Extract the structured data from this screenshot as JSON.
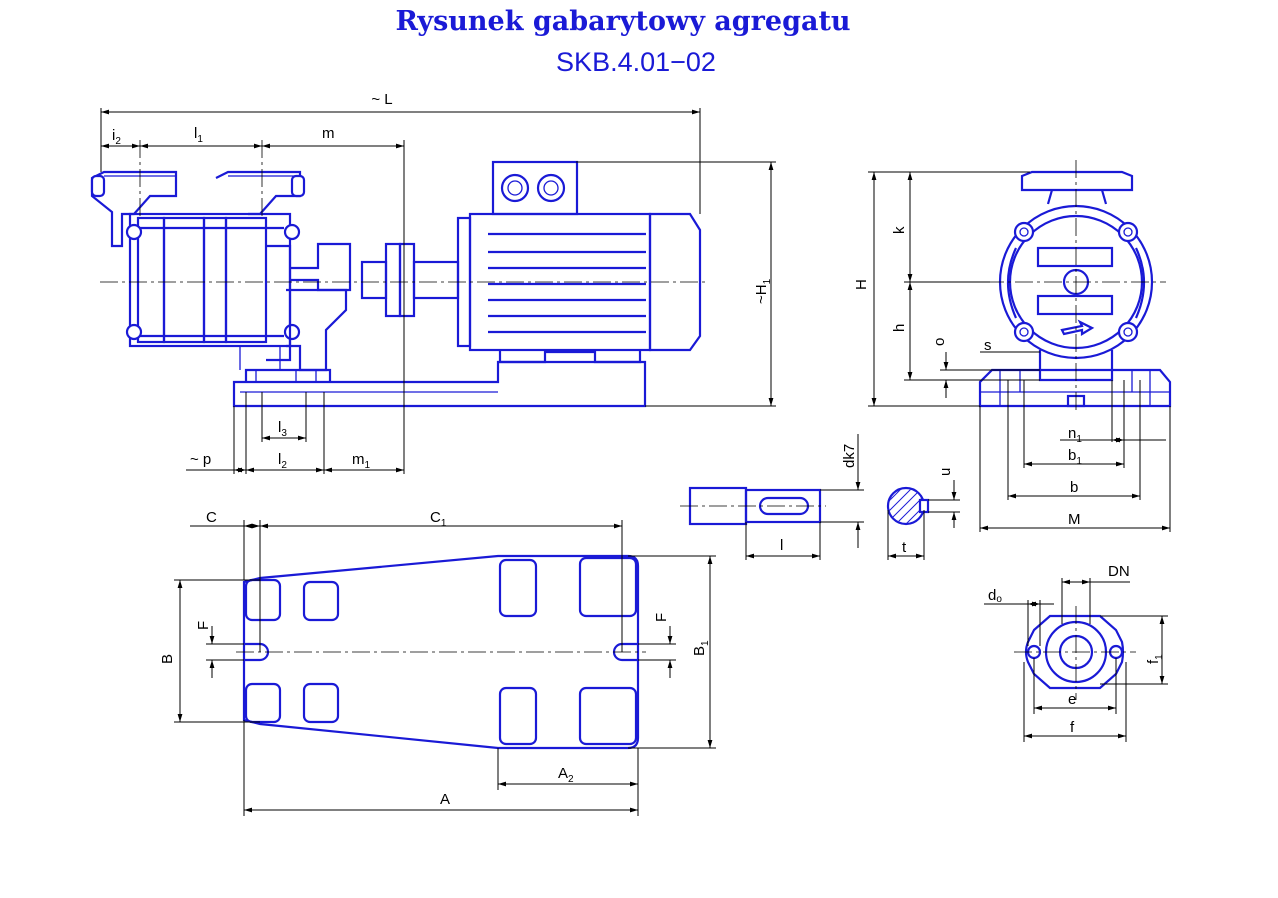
{
  "title": {
    "line1": "Rysunek gabarytowy agregatu",
    "line2": "SKB.4.01−02"
  },
  "colors": {
    "drawing": "#1a1ad6",
    "dimension": "#000000",
    "background": "#ffffff"
  },
  "side_view": {
    "L": "~ L",
    "i2": "i",
    "i2_sub": "2",
    "l1": "l",
    "l1_sub": "1",
    "m": "m",
    "H1": "~H",
    "H1_sub": "1",
    "l3": "l",
    "l3_sub": "3",
    "p": "~ p",
    "l2": "l",
    "l2_sub": "2",
    "m1": "m",
    "m1_sub": "1"
  },
  "front_view": {
    "H": "H",
    "k": "k",
    "h": "h",
    "o": "o",
    "s": "s",
    "n1": "n",
    "n1_sub": "1",
    "b1": "b",
    "b1_sub": "1",
    "b": "b",
    "M": "M"
  },
  "shaft": {
    "dk7": "dk7",
    "l": "l",
    "u": "u",
    "t": "t"
  },
  "base_plan": {
    "C": "C",
    "C1": "C",
    "C1_sub": "1",
    "B": "B",
    "B1": "B",
    "B1_sub": "1",
    "F_left": "F",
    "F_right": "F",
    "A2": "A",
    "A2_sub": "2",
    "A": "A"
  },
  "flange": {
    "DN": "DN",
    "do": "d",
    "do_sub": "o",
    "f1": "f",
    "f1_sub": "1",
    "e": "e",
    "f": "f"
  }
}
